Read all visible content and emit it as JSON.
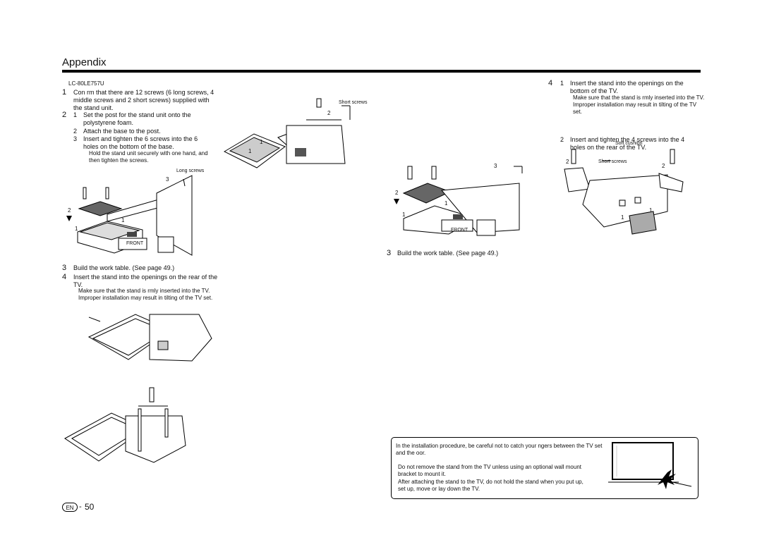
{
  "header": {
    "title": "Appendix"
  },
  "left": {
    "model": "LC-80LE757U",
    "step1": {
      "num": "1",
      "text": "Con rm that there are 12 screws (6 long screws, 4 middle screws and 2 short screws) supplied with the stand unit."
    },
    "step2": {
      "num": "2",
      "sub1": {
        "num": "1",
        "text": "Set the post for the stand unit onto the polystyrene foam."
      },
      "sub2": {
        "num": "2",
        "text": "Attach the base to the post."
      },
      "sub3": {
        "num": "3",
        "text": "Insert and tighten the 6 screws into the 6 holes on the bottom of the base."
      },
      "note": "Hold the stand unit securely with one hand, and then tighten the screws."
    },
    "fig1": {
      "long_screws": "Long screws",
      "front": "FRONT",
      "c1": "1",
      "c2": "2",
      "c3": "3"
    },
    "fig2": {
      "short_screws": "Short screws",
      "c1": "1",
      "c2": "2"
    },
    "step3": {
      "num": "3",
      "text": "Build the work table. (See page 49.)"
    },
    "step4": {
      "num": "4",
      "text": "Insert the stand into the openings on the rear of the TV.",
      "note": "Make sure that the stand is rmly inserted into the TV. Improper installation may result in tilting of the TV set."
    }
  },
  "middle": {
    "fig": {
      "front": "FRONT",
      "c1a": "1",
      "c1b": "1",
      "c2": "2",
      "c3": "3"
    },
    "step3": {
      "num": "3",
      "text": "Build the work table. (See page 49.)"
    }
  },
  "right": {
    "step4": {
      "num": "4",
      "sub1": {
        "num": "1",
        "text": "Insert the stand into the openings on the bottom of the TV."
      },
      "note": "Make sure that the stand is rmly inserted into the TV. Improper installation may result in tilting of the TV set.",
      "sub2": {
        "num": "2",
        "text": "Insert and tighten the 4 screws into the 4 holes on the rear of the TV."
      }
    },
    "fig": {
      "soft_cushion": "Soft cushion",
      "short_screws": "Short screws",
      "c1a": "1",
      "c1b": "1",
      "c2a": "2",
      "c2b": "2"
    }
  },
  "notice": {
    "line1": "In the installation procedure, be careful not to catch your ngers between the TV set and the oor.",
    "line2": "Do not remove the stand from the TV unless using an optional wall mount bracket to mount it.",
    "line3": "After attaching the stand to the TV, do not hold the stand when you put up, set up, move or lay down the TV."
  },
  "footer": {
    "lang": "EN",
    "sep": "-",
    "page": "50"
  }
}
